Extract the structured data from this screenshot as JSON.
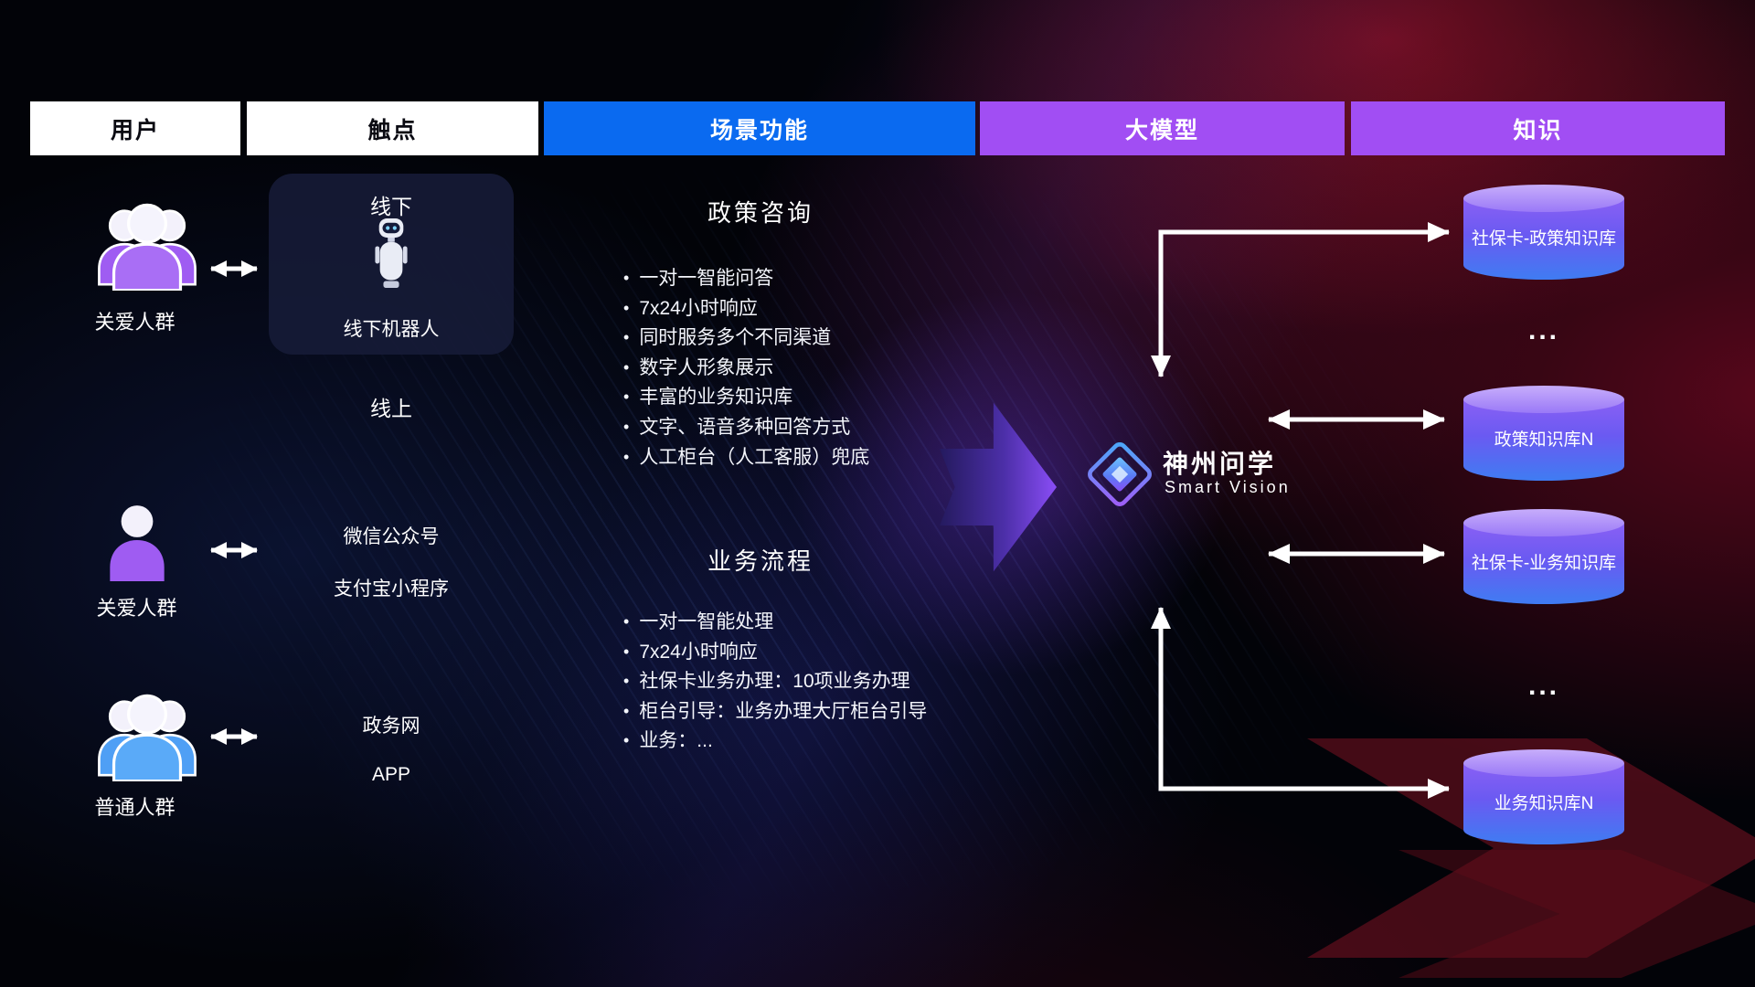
{
  "headers": {
    "users": "用户",
    "touchpoints": "触点",
    "scenarios": "场景功能",
    "model": "大模型",
    "knowledge": "知识"
  },
  "users": {
    "group1_label": "关爱人群",
    "single_label": "关爱人群",
    "group2_label": "普通人群"
  },
  "touchpoints": {
    "offline_title": "线下",
    "offline_robot_label": "线下机器人",
    "online_title": "线上",
    "wechat": "微信公众号",
    "alipay": "支付宝小程序",
    "gov": "政务网",
    "app": "APP"
  },
  "scenario1": {
    "title": "政策咨询",
    "items": [
      "一对一智能问答",
      "7x24小时响应",
      "同时服务多个不同渠道",
      "数字人形象展示",
      "丰富的业务知识库",
      "文字、语音多种回答方式",
      "人工柜台（人工客服）兜底"
    ]
  },
  "scenario2": {
    "title": "业务流程",
    "items": [
      "一对一智能处理",
      "7x24小时响应",
      "社保卡业务办理：10项业务办理",
      "柜台引导：业务办理大厅柜台引导",
      "业务：..."
    ]
  },
  "model": {
    "name": "神州问学",
    "subtitle": "Smart Vision"
  },
  "knowledge": {
    "db1": "社保卡-政策知识库",
    "dots1": "...",
    "db2": "政策知识库N",
    "db3": "社保卡-业务知识库",
    "dots2": "...",
    "db4": "业务知识库N"
  },
  "colors": {
    "header_blue": "#0a6af0",
    "header_purple": "#a14ef3",
    "user_purple": "#9f5cf2",
    "user_blue": "#4f9ff5",
    "cylinder_top": "#b79bf9",
    "cylinder_bottom": "#3f7cf2",
    "arrow_purple": "#8a4df6"
  }
}
